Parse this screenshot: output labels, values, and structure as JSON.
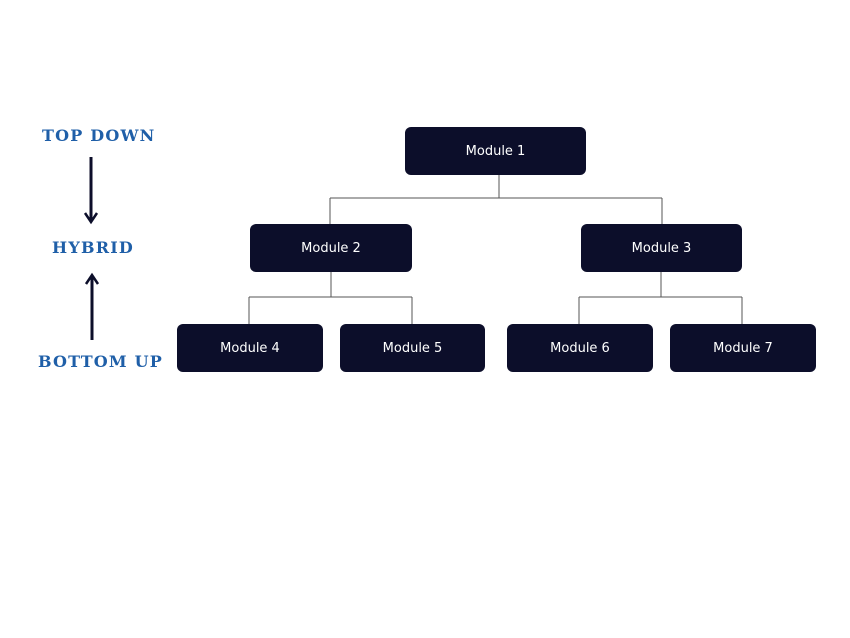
{
  "labels": {
    "top": "TOP DOWN",
    "middle": "HYBRID",
    "bottom": "BOTTOM UP"
  },
  "modules": [
    "Module 1",
    "Module 2",
    "Module 3",
    "Module 4",
    "Module 5",
    "Module 6",
    "Module 7"
  ],
  "colors": {
    "label": "#1f5fa8",
    "module_fill": "#0c0e2a",
    "module_text": "#ffffff",
    "connector": "#555555",
    "arrow": "#0c0e2a"
  }
}
